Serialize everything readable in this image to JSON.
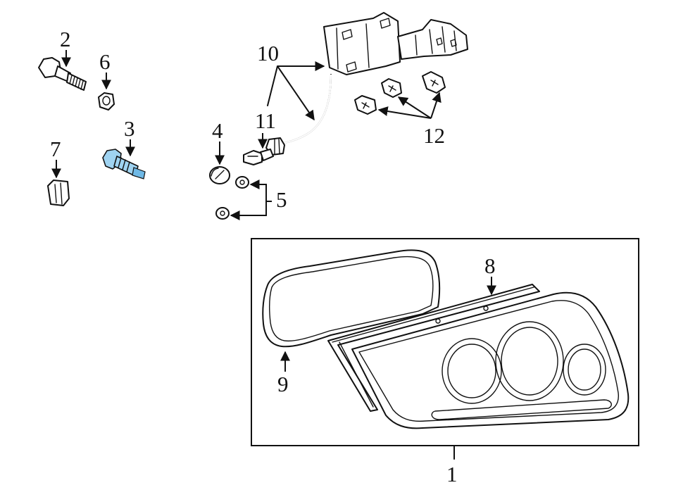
{
  "callouts": {
    "c1": "1",
    "c2": "2",
    "c3": "3",
    "c4": "4",
    "c5": "5",
    "c6": "6",
    "c7": "7",
    "c8": "8",
    "c9": "9",
    "c10": "10",
    "c11": "11",
    "c12": "12"
  },
  "highlight_part": "3",
  "colors": {
    "line": "#111111",
    "highlight_fill": "#9fd3f1",
    "highlight_dark": "#6fb9e6",
    "background": "#ffffff"
  }
}
